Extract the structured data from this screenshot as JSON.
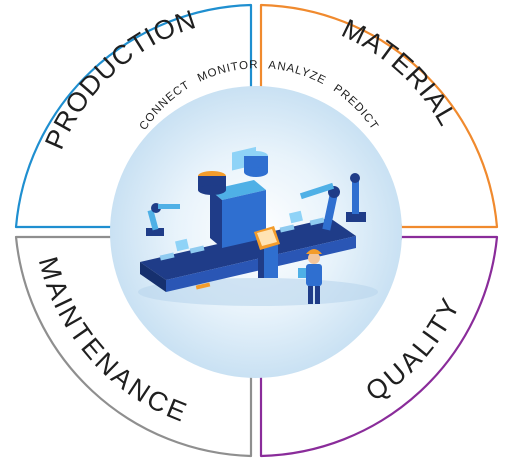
{
  "segments": [
    {
      "label": "PRODUCTION",
      "color": "#1f8fd0"
    },
    {
      "label": "MATERIAL",
      "color": "#f08a2e"
    },
    {
      "label": "QUALITY",
      "color": "#8a2c9a"
    },
    {
      "label": "MAINTENANCE",
      "color": "#8f8f8f"
    }
  ],
  "center_verbs": [
    "CONNECT",
    "MONITOR",
    "ANALYZE",
    "PREDICT"
  ],
  "center_illustration": "smart-factory-conveyor-robots-icon",
  "colors": {
    "center_glow": "#cfe6f7",
    "machine_dark": "#1f3c88",
    "machine_light": "#4fb0e6",
    "accent_orange": "#f39c2b"
  }
}
